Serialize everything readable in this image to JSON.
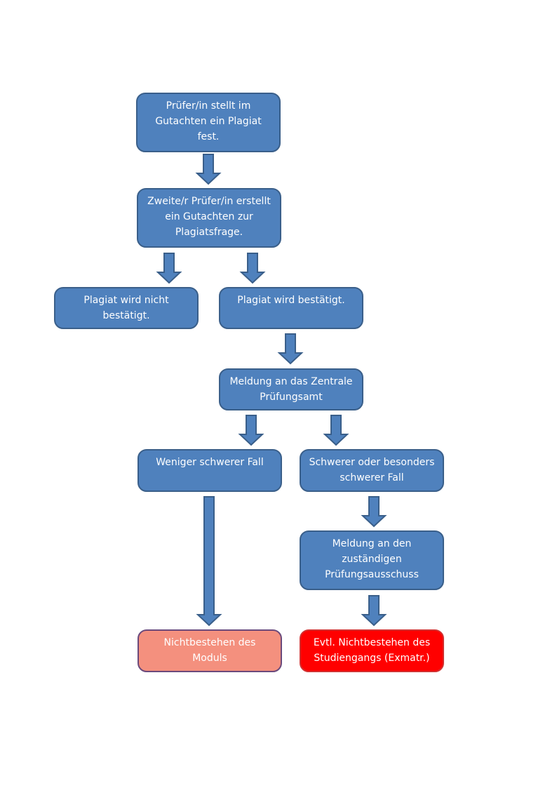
{
  "colors": {
    "box_fill": "#4f81bd",
    "box_border": "#3a5f8a",
    "arrow_fill": "#4f81bd",
    "outcome_module_fill": "#f4907e",
    "outcome_exmatr_fill": "#ff0000",
    "text": "#ffffff"
  },
  "nodes": {
    "examiner_finds": "Prüfer/in stellt im\nGutachten ein Plagiat\nfest.",
    "second_examiner": "Zweite/r Prüfer/in erstellt\nein Gutachten zur\nPlagiatsfrage.",
    "not_confirmed": "Plagiat wird nicht\nbestätigt.",
    "confirmed": "Plagiat wird bestätigt.",
    "report_zpa": "Meldung an das Zentrale\nPrüfungsamt",
    "less_severe": "Weniger schwerer Fall",
    "severe": "Schwerer oder besonders\nschwerer Fall",
    "report_committee": "Meldung an den\nzuständigen\nPrüfungsausschuss",
    "fail_module": "Nichtbestehen des\nModuls",
    "fail_program": "Evtl. Nichtbestehen des\nStudiengangs (Exmatr.)"
  }
}
